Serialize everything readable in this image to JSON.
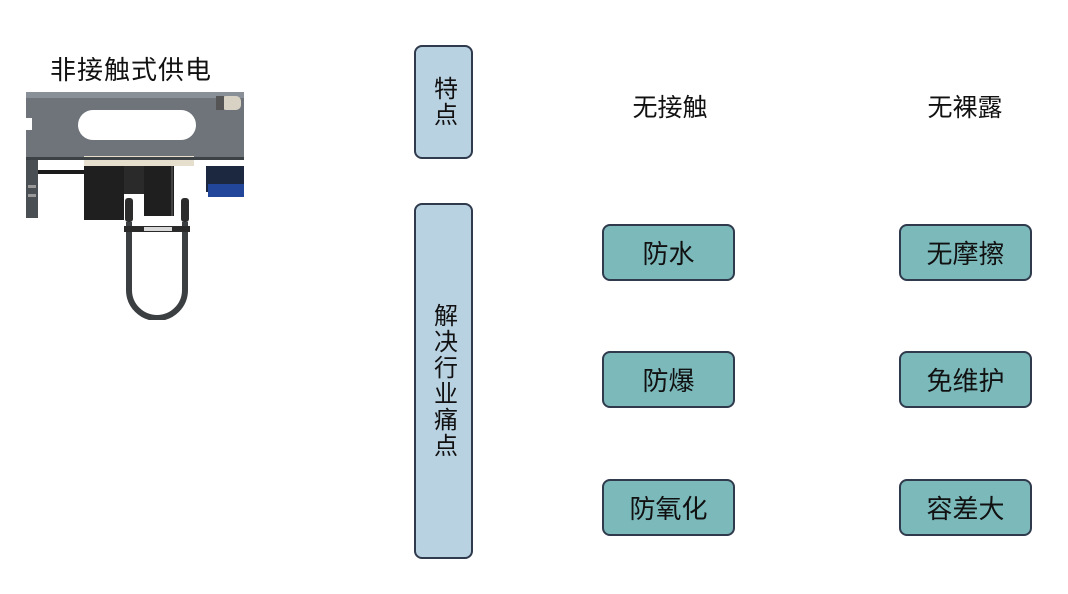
{
  "title": "非接触式供电",
  "device_image": "non-contact power supply device",
  "category_labels": {
    "features": "特点",
    "pain_points": "解决行业痛点"
  },
  "features": [
    "无接触",
    "无裸露"
  ],
  "pain_points": {
    "left": [
      "防水",
      "防爆",
      "防氧化"
    ],
    "right": [
      "无摩擦",
      "免维护",
      "容差大"
    ]
  },
  "colors": {
    "category_fill": "#b9d2e2",
    "item_fill": "#7cb9bb",
    "border": "#2f3a4d"
  }
}
